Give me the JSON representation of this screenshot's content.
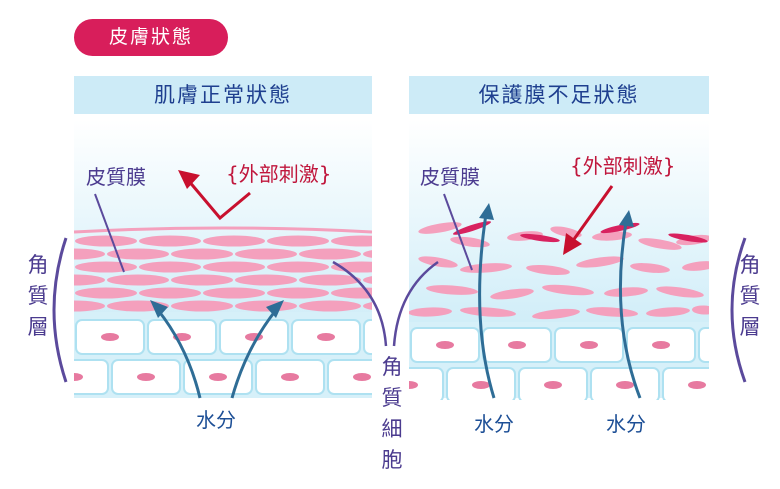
{
  "badge": {
    "label": "皮膚狀態"
  },
  "panels": {
    "left": {
      "header": "肌膚正常狀態",
      "sebum_label": "皮質膜",
      "external_label": "{外部刺激}",
      "water_label": "水分"
    },
    "right": {
      "header": "保護膜不足狀態",
      "sebum_label": "皮質膜",
      "external_label": "{外部刺激}",
      "water_label_1": "水分",
      "water_label_2": "水分"
    }
  },
  "side_labels": {
    "stratum_left": "角質層",
    "stratum_right": "角質層",
    "keratinocyte": "角質細胞"
  },
  "colors": {
    "accent_pink": "#d81e5b",
    "header_bg": "#cdebf7",
    "sebum_pink": "#f4a0bd",
    "cell_border": "#aee1f1",
    "arrow_red": "#c8102e",
    "arrow_blue": "#2f6d96",
    "label_purple": "#4b3b8f"
  }
}
